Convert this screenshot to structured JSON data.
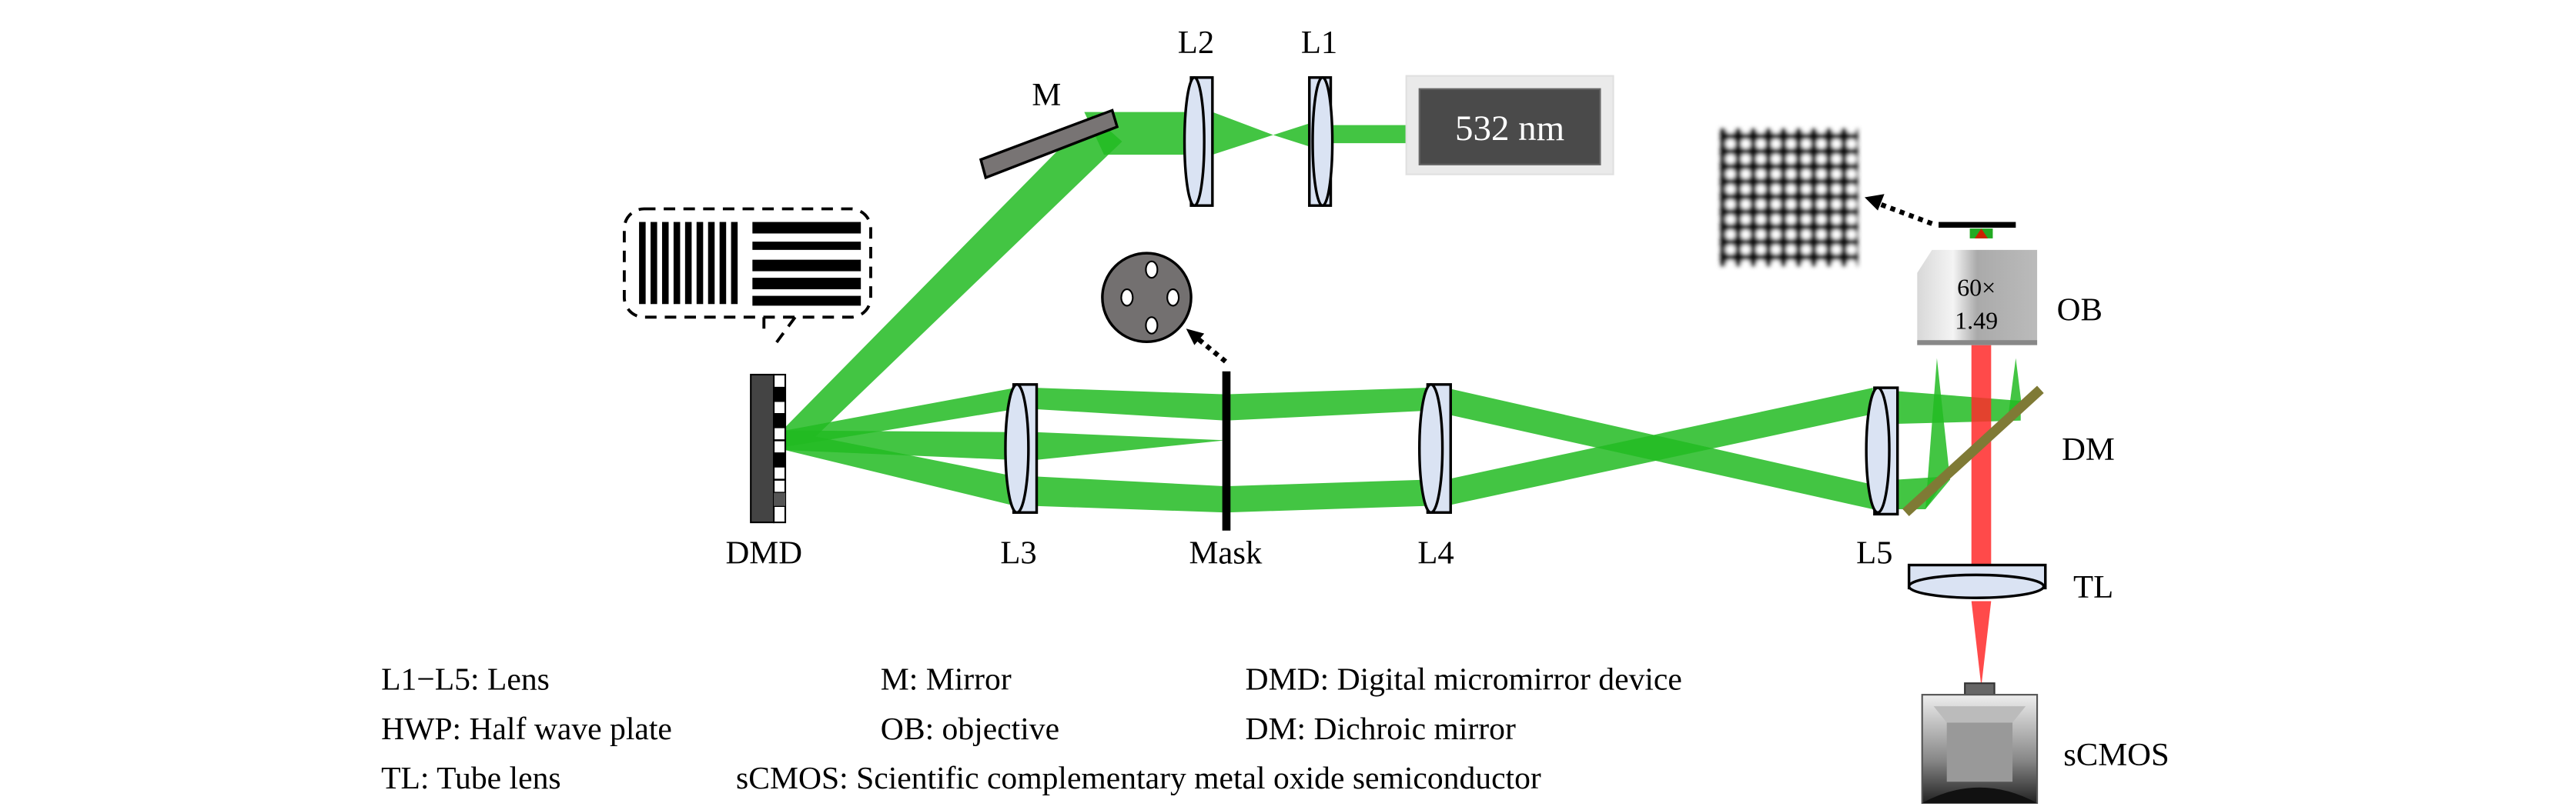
{
  "laser": {
    "label": "532 nm"
  },
  "labels": {
    "l1": "L1",
    "l2": "L2",
    "l3": "L3",
    "l4": "L4",
    "l5": "L5",
    "mirror": "M",
    "dmd": "DMD",
    "mask": "Mask",
    "ob": "OB",
    "dm": "DM",
    "tl": "TL",
    "scmos": "sCMOS"
  },
  "objective": {
    "magnification": "60×",
    "na": "1.49"
  },
  "legend": [
    [
      "L1−L5: Lens",
      "M: Mirror",
      "DMD: Digital micromirror device"
    ],
    [
      "HWP: Half wave plate",
      "OB: objective",
      "DM: Dichroic mirror"
    ],
    [
      "TL: Tube lens",
      "sCMOS: Scientific complementary metal oxide semiconductor"
    ]
  ],
  "colors": {
    "green_beam": "#22bb22",
    "red_beam": "#ff3333",
    "dichroic": "#7f7a35",
    "lens": "#dae3f3"
  }
}
